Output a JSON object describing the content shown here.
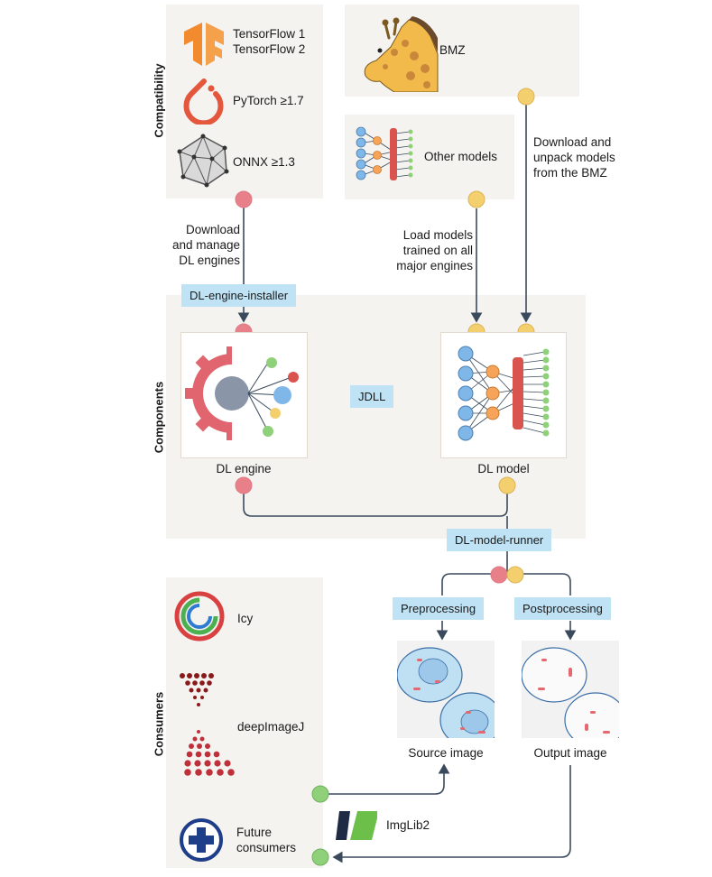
{
  "sections": {
    "compatibility": "Compatibility",
    "components": "Components",
    "consumers": "Consumers"
  },
  "engines": {
    "tf1": "TensorFlow 1",
    "tf2": "TensorFlow 2",
    "pytorch": "PyTorch ≥1.7",
    "onnx": "ONNX ≥1.3"
  },
  "bmz": "BMZ",
  "other_models": "Other models",
  "edges": {
    "download_engines": [
      "Download",
      "and manage",
      "DL engines"
    ],
    "load_models": [
      "Load models",
      "trained on all",
      "major engines"
    ],
    "download_bmz": [
      "Download and",
      "unpack models",
      "from the BMZ"
    ]
  },
  "tags": {
    "installer": "DL-engine-installer",
    "jdll": "JDLL",
    "runner": "DL-model-runner",
    "preprocessing": "Preprocessing",
    "postprocessing": "Postprocessing"
  },
  "components": {
    "dl_engine": "DL engine",
    "dl_model": "DL model"
  },
  "images": {
    "source": "Source image",
    "output": "Output image"
  },
  "consumers": {
    "icy": "Icy",
    "deepimagej": "deepImageJ",
    "imglib2": "ImgLib2",
    "future": [
      "Future",
      "consumers"
    ]
  },
  "colors": {
    "panel": "#f4f3f0",
    "tag": "#bfe3f5",
    "red_node": "#e8808a",
    "yellow_node": "#f3cf6e",
    "green_node": "#8fd07a",
    "line": "#3a4a5c"
  }
}
